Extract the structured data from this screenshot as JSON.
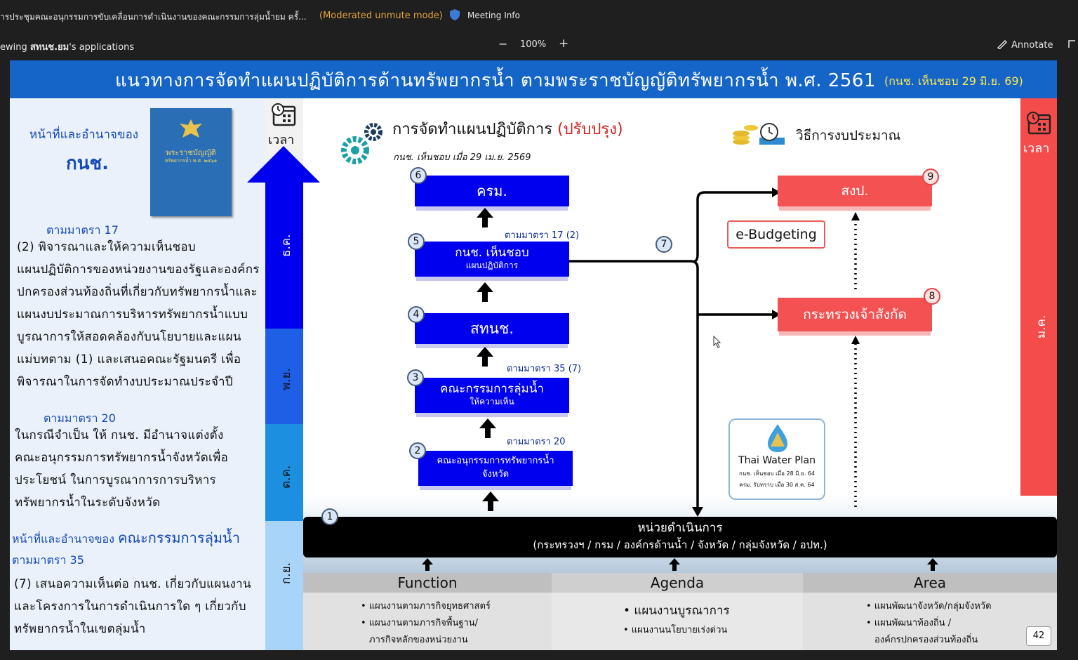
{
  "window": {
    "meeting_title": "ารประชุมคณะอนุกรรมการขับเคลื่อนการดำเนินงานของคณะกรรมการลุ่มน้ำยม ครั้...",
    "mode_label": "(Moderated unmute mode)",
    "meeting_info": "Meeting Info",
    "viewing_prefix": "ewing ",
    "viewing_user": "สทนช.ยม",
    "viewing_suffix": "'s applications",
    "zoom_minus": "−",
    "zoom_level": "100%",
    "zoom_plus": "+",
    "annotate": "Annotate"
  },
  "slide": {
    "title": "แนวทางการจัดทำแผนปฏิบัติการด้านทรัพยากรน้ำ ตามพระราชบัญญัติทรัพยากรน้ำ พ.ศ. 2561",
    "title_note": "(กนช. เห็นชอบ 29 มิ.ย. 69)",
    "left": {
      "heading1": "หน้าที่และอำนาจของ",
      "heading2": "กนช.",
      "book_title": "พระราชบัญญัติ",
      "book_sub": "ทรัพยากรน้ำ พ.ศ. ๒๕๖๑",
      "sec17": "ตามมาตรา 17",
      "sec17_lines": [
        "(2) พิจารณาและให้ความเห็นชอบ",
        "แผนปฏิบัติการของหน่วยงานของรัฐและองค์กร",
        "ปกครองส่วนท้องถิ่นที่เกี่ยวกับทรัพยากรน้ำและ",
        "แผนงบประมาณการบริหารทรัพยากรน้ำแบบ",
        "บูรณาการให้สอดคล้องกับนโยบายและแผน",
        "แม่บทตาม (1) และเสนอคณะรัฐมนตรี เพื่อ",
        "พิจารณาในการจัดทำงบประมาณประจำปี"
      ],
      "sec20": "ตามมาตรา 20",
      "sec20_lines": [
        "ในกรณีจำเป็น ให้ กนช. มีอำนาจแต่งตั้ง",
        "คณะอนุกรรมการทรัพยากรน้ำจังหวัดเพื่อ",
        "ประโยชน์ ในการบูรณาการการบริหาร",
        "ทรัพยากรน้ำในระดับจังหวัด"
      ],
      "heading3_pre": "หน้าที่และอำนาจของ ",
      "heading3_main": "คณะกรรมการลุ่มน้ำ",
      "sec35": "ตามมาตรา 35",
      "sec35_lines": [
        "(7) เสนอความเห็นต่อ กนช. เกี่ยวกับแผนงาน",
        "และโครงการในการดำเนินการใด ๆ เกี่ยวกับ",
        "ทรัพยากรน้ำในเขตลุ่มน้ำ"
      ]
    },
    "timeline": {
      "label": "เวลา",
      "months": [
        "ธ.ค.",
        "พ.ย.",
        "ต.ค.",
        "ก.ย."
      ],
      "right_label": "เวลา",
      "right_month": "ม.ค."
    },
    "process": {
      "title": "การจัดทำแผนปฏิบัติการ",
      "title_tag": "(ปรับปรุง)",
      "subtitle": "กนช. เห็นชอบ เมื่อ 29 เม.ย. 2569",
      "budget_label": "วิธีการงบประมาณ",
      "steps": [
        {
          "num": "6",
          "label": "ครม.",
          "sub": ""
        },
        {
          "num": "5",
          "label": "กนช. เห็นชอบ",
          "sub": "แผนปฏิบัติการ"
        },
        {
          "num": "4",
          "label": "สทนช.",
          "sub": ""
        },
        {
          "num": "3",
          "label": "คณะกรรมการลุ่มน้ำ",
          "sub": "ให้ความเห็น"
        },
        {
          "num": "2",
          "label": "คณะอนุกรรมการทรัพยากรน้ำ",
          "sub": "จังหวัด"
        }
      ],
      "refs": [
        "ตามมาตรา 17 (2)",
        "ตามมาตรา 35 (7)",
        "ตามมาตรา 20"
      ],
      "step7": "7",
      "red_top": {
        "num": "9",
        "label": "สงป."
      },
      "red_mid": {
        "num": "8",
        "label": "กระทรวงเจ้าสังกัด"
      },
      "ebudget": "e-Budgeting",
      "twp": {
        "name": "Thai Water Plan",
        "line1": "กนช. เห็นชอบ เมื่อ 28 มิ.ย. 64",
        "line2": "ครม. รับทราบ เมื่อ 30 ส.ค. 64"
      },
      "unit": {
        "num": "1",
        "title": "หน่วยดำเนินการ",
        "sub": "(กระทรวงฯ / กรม / องค์กรด้านน้ำ / จังหวัด / กลุ่มจังหวัด / อปท.)"
      }
    },
    "columns": [
      {
        "head": "Function",
        "items": [
          "• แผนงานตามภารกิจยุทธศาสตร์",
          "• แผนงานตามภารกิจพื้นฐาน/",
          "ภารกิจหลักของหน่วยงาน"
        ]
      },
      {
        "head": "Agenda",
        "items": [
          "• แผนงานบูรณาการ",
          "• แผนงานนโยบายเร่งด่วน"
        ]
      },
      {
        "head": "Area",
        "items": [
          "• แผนพัฒนาจังหวัด/กลุ่มจังหวัด",
          "• แผนพัฒนาท้องถิ่น /",
          "องค์กรปกครองส่วนท้องถิ่น"
        ]
      }
    ],
    "page_number": "42"
  },
  "colors": {
    "header_blue": "#1565c8",
    "step_blue": "#0000ee",
    "red": "#f45252",
    "mode_orange": "#e3a33a"
  }
}
